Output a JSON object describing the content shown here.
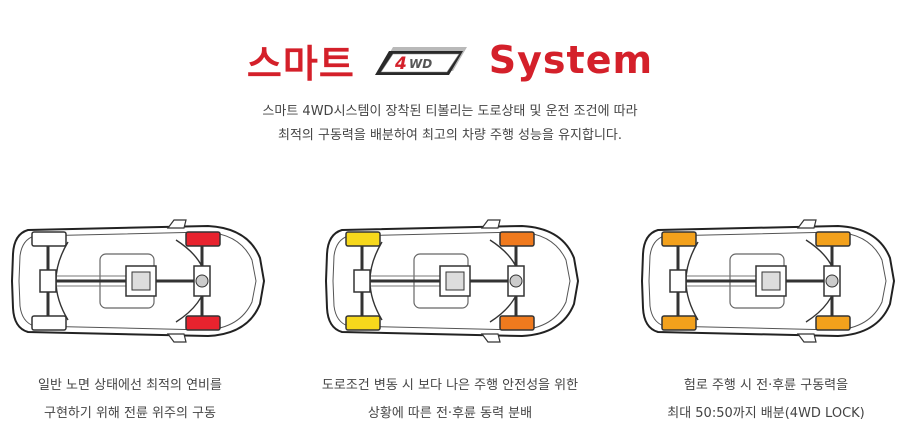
{
  "header": {
    "title_left": "스마트",
    "title_right": "System",
    "logo_text": "4WD",
    "accent_color": "#d4202a"
  },
  "description": {
    "line1": "스마트 4WD시스템이 장착된 티볼리는 도로상태 및 운전 조건에 따라",
    "line2": "최적의 구동력을 배분하여 최고의 차량 주행 성능을 유지합니다."
  },
  "modes": [
    {
      "caption_line1": "일반 노면 상태에선 최적의 연비를",
      "caption_line2": "구현하기 위해 전륜 위주의 구동",
      "front_wheel_color": "#e8232e",
      "rear_wheel_color": "#ffffff"
    },
    {
      "caption_line1": "도로조건 변동 시 보다 나은 주행 안전성을 위한",
      "caption_line2": "상황에 따른 전·후륜 동력 분배",
      "front_wheel_color": "#f07a1e",
      "rear_wheel_color": "#f7d81c"
    },
    {
      "caption_line1": "험로 주행 시 전·후륜 구동력을",
      "caption_line2": "최대 50:50까지 배분(4WD LOCK)",
      "front_wheel_color": "#f3a11c",
      "rear_wheel_color": "#f3a11c"
    }
  ]
}
